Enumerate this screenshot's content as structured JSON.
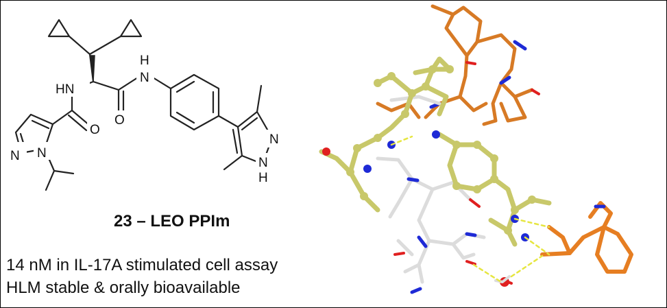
{
  "compound": {
    "label": "23 – LEO PPIm",
    "property_1": "14 nM in IL-17A stimulated cell assay",
    "property_2": "HLM stable & orally bioavailable"
  },
  "structure_atoms": {
    "hn_amide_1": "HN",
    "h_amide_2": "H",
    "n_amide_2": "N",
    "o_carbonyl_1": "O",
    "o_carbonyl_2": "O",
    "n_pyrazole_1a": "N",
    "n_pyrazole_1b": "N",
    "n_pyrazole_2a": "N",
    "n_pyrazole_2b": "N",
    "h_pyrazole_2": "H"
  },
  "colors": {
    "ligand": "#c8c86a",
    "protein_orange": "#d77a25",
    "protein_white": "#dcdcdc",
    "nitrogen": "#1e2ad6",
    "oxygen": "#e02020",
    "hbond": "#e6e640"
  }
}
